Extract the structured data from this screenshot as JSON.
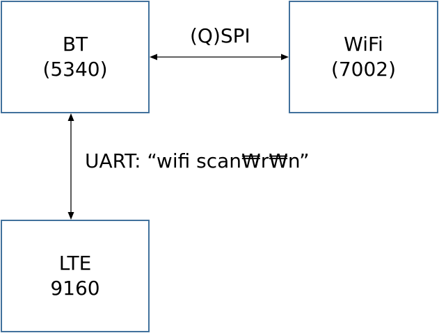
{
  "nodes": {
    "bt": {
      "name": "BT",
      "part": "(5340)"
    },
    "wifi": {
      "name": "WiFi",
      "part": "(7002)"
    },
    "lte": {
      "name": "LTE",
      "part": "9160"
    }
  },
  "links": {
    "bt_wifi": {
      "label": "(Q)SPI"
    },
    "bt_lte": {
      "label": "UART: “wifi scan₩r₩n”"
    }
  },
  "colors": {
    "box_border": "#41719c",
    "line": "#000000",
    "background": "#ffffff"
  }
}
